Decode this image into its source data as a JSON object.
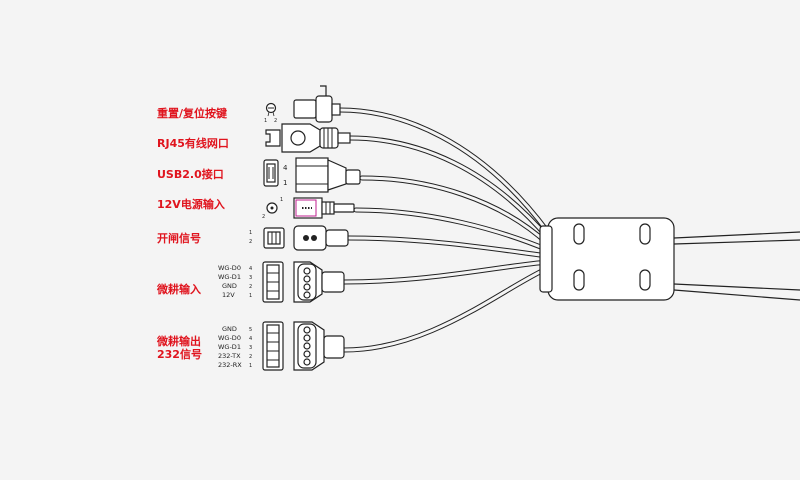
{
  "labels": {
    "reset": "重置/复位按键",
    "rj45": "RJ45有线网口",
    "usb": "USB2.0接口",
    "power": "12V电源输入",
    "door": "开闸信号",
    "wiegand_in": "微耕输入",
    "wiegand_out_line1": "微耕输出",
    "wiegand_out_line2": "232信号"
  },
  "reset_pins": [
    "1",
    "2"
  ],
  "usb_pins": [
    "4",
    "1"
  ],
  "power_pins": [
    "1",
    "2"
  ],
  "door_pins": [
    "1",
    "2"
  ],
  "wiegand_in_pins": [
    {
      "name": "WG-D0",
      "num": "4"
    },
    {
      "name": "WG-D1",
      "num": "3"
    },
    {
      "name": "GND",
      "num": "2"
    },
    {
      "name": "12V",
      "num": "1"
    }
  ],
  "wiegand_out_pins": [
    {
      "name": "GND",
      "num": "5"
    },
    {
      "name": "WG-D0",
      "num": "4"
    },
    {
      "name": "WG-D1",
      "num": "3"
    },
    {
      "name": "232-TX",
      "num": "2"
    },
    {
      "name": "232-RX",
      "num": "1"
    }
  ]
}
